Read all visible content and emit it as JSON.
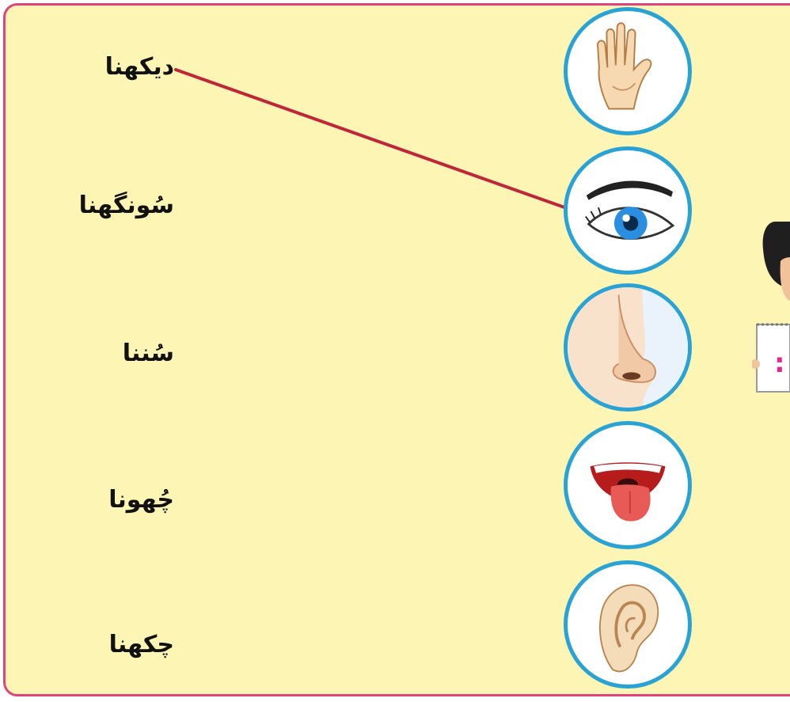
{
  "words": [
    {
      "id": "dekhna",
      "text": "دیکھنا"
    },
    {
      "id": "soonghna",
      "text": "سُونگھنا"
    },
    {
      "id": "sunna",
      "text": "سُننا"
    },
    {
      "id": "chhoona",
      "text": "چُھونا"
    },
    {
      "id": "chakhna",
      "text": "چکھنا"
    }
  ],
  "pictures": [
    {
      "id": "hand",
      "icon": "hand-icon"
    },
    {
      "id": "eye",
      "icon": "eye-icon"
    },
    {
      "id": "nose",
      "icon": "nose-icon"
    },
    {
      "id": "mouth",
      "icon": "mouth-tongue-icon"
    },
    {
      "id": "ear",
      "icon": "ear-icon"
    }
  ],
  "matches": [
    {
      "word": "dekhna",
      "picture": "eye"
    }
  ],
  "colors": {
    "background": "#fdf5b3",
    "border": "#e0447f",
    "circle_border": "#29a3d6",
    "line": "#c0263a"
  }
}
